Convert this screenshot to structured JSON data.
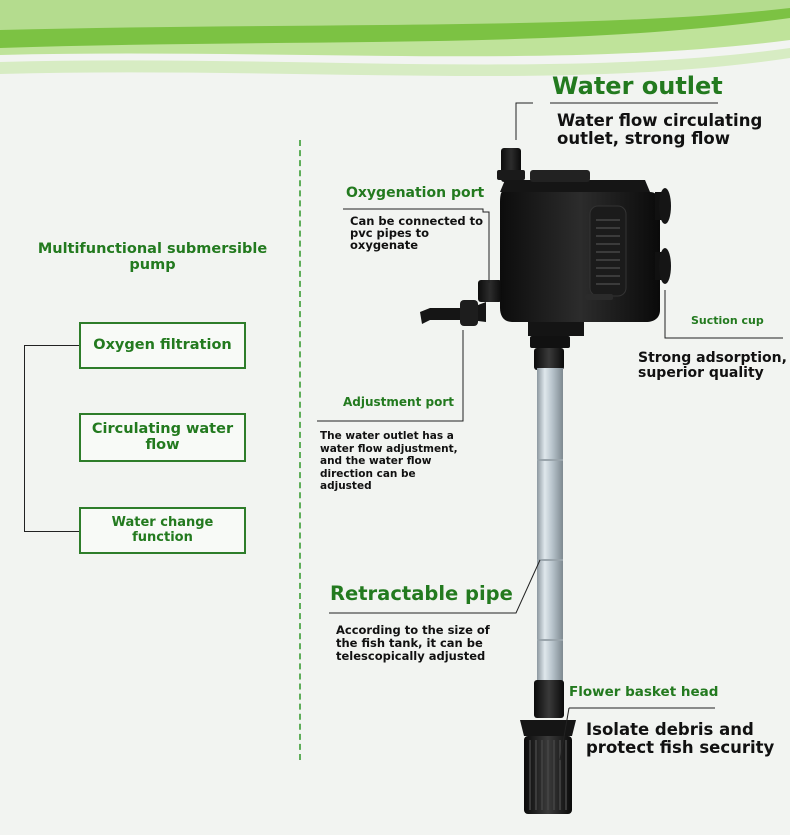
{
  "product_heading": "Multifunctional submersible pump",
  "features": [
    {
      "label": "Oxygen filtration"
    },
    {
      "label": "Circulating water flow"
    },
    {
      "label": "Water change function"
    }
  ],
  "callouts": {
    "water_outlet": {
      "title": "Water outlet",
      "desc": "Water flow circulating\noutlet, strong flow"
    },
    "oxygenation_port": {
      "title": "Oxygenation port",
      "desc": "Can be connected to\npvc pipes to\noxygenate"
    },
    "suction_cup": {
      "title": "Suction cup",
      "desc": "Strong adsorption,\nsuperior quality"
    },
    "adjustment_port": {
      "title": "Adjustment port",
      "desc": "The water outlet has a\nwater flow adjustment,\nand the water flow\ndirection can be\nadjusted"
    },
    "retractable_pipe": {
      "title": "Retractable pipe",
      "desc": "According to the size of\nthe fish tank, it can be\ntelescopically adjusted"
    },
    "flower_basket_head": {
      "title": "Flower basket head",
      "desc": "Isolate debris and\nprotect fish security"
    }
  },
  "colors": {
    "accent_green": "#237a1f",
    "banner_green": "#7cc243",
    "background": "#f2f4f1"
  },
  "icons": [
    "submersible-pump-illustration",
    "suction-cup-icon",
    "flower-basket-head-icon",
    "retractable-pipe-icon"
  ]
}
